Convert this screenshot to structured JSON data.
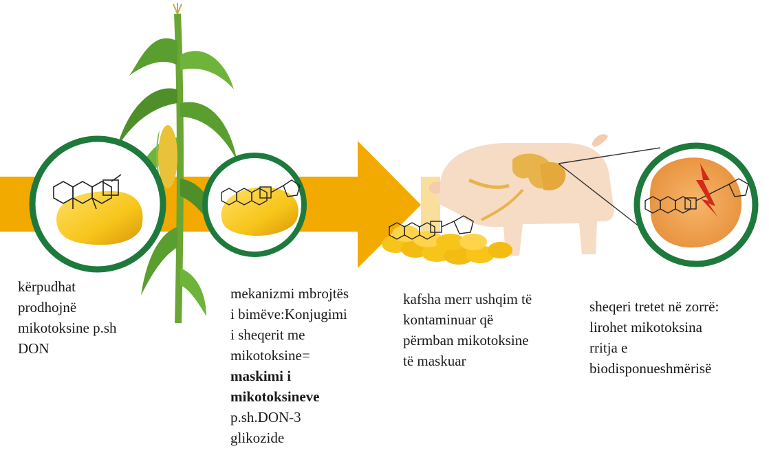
{
  "steps": [
    {
      "lines": [
        {
          "text": "kërpudhat",
          "bold": false
        },
        {
          "text": "prodhojnë",
          "bold": false
        },
        {
          "text": "mikotoksine p.sh",
          "bold": false
        },
        {
          "text": "DON",
          "bold": false
        }
      ]
    },
    {
      "lines": [
        {
          "text": "mekanizmi mbrojtës",
          "bold": false
        },
        {
          "text": "i bimëve:Konjugimi",
          "bold": false
        },
        {
          "text": "i sheqerit me",
          "bold": false
        },
        {
          "text": "mikotoksine=",
          "bold": false
        },
        {
          "text": "maskimi i",
          "bold": true
        },
        {
          "text": "mikotoksineve",
          "bold": true
        },
        {
          "text": "p.sh.DON-3",
          "bold": false
        },
        {
          "text": "glikozide",
          "bold": false
        }
      ]
    },
    {
      "lines": [
        {
          "text": "kafsha merr ushqim të",
          "bold": false
        },
        {
          "text": "kontaminuar që",
          "bold": false
        },
        {
          "text": "përmban mikotoksine",
          "bold": false
        },
        {
          "text": "të maskuar",
          "bold": false
        }
      ]
    },
    {
      "lines": [
        {
          "text": "sheqeri tretet në zorrë:",
          "bold": false
        },
        {
          "text": "lirohet mikotoksina",
          "bold": false
        },
        {
          "text": "rritja e",
          "bold": false
        },
        {
          "text": "biodisponueshmërisë",
          "bold": false
        }
      ]
    }
  ],
  "colors": {
    "arrow": "#f2a900",
    "circle_border": "#1e7a3c",
    "corn_kernel": "#f7c51a",
    "plant_green": "#5a9e2f",
    "pig_body": "#f6dcc4",
    "gut": "#e8b34a",
    "gut_tissue": "#f0a65a",
    "lightning": "#d42a18"
  },
  "icons": [
    "corn-plant-icon",
    "corn-kernel-icon",
    "pig-icon",
    "gut-icon",
    "molecule-icon",
    "lightning-icon"
  ]
}
